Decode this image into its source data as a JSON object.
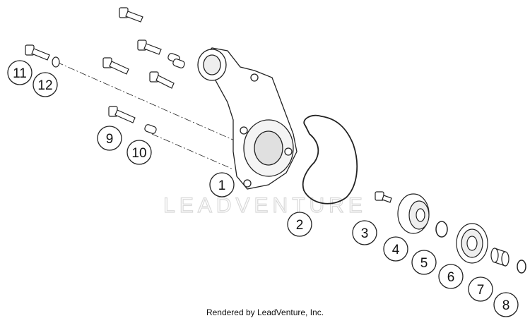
{
  "watermark": "LEADVENTURE",
  "footer": "Rendered by LeadVenture, Inc.",
  "callouts": [
    "1",
    "2",
    "3",
    "4",
    "5",
    "6",
    "7",
    "8",
    "9",
    "10",
    "11",
    "12"
  ]
}
